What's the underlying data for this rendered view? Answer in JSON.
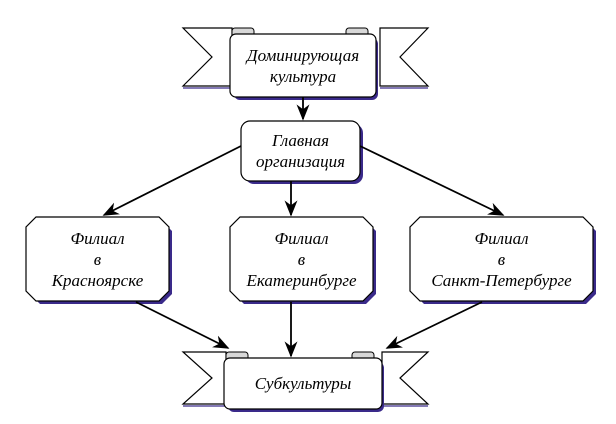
{
  "nodes": {
    "dominant_culture": {
      "lines": [
        "Доминирующая",
        "культура"
      ]
    },
    "main_organization": {
      "lines": [
        "Главная",
        "организация"
      ]
    },
    "branch_krasnoyarsk": {
      "lines": [
        "Филиал",
        "в",
        "Красноярске"
      ]
    },
    "branch_ekaterinburg": {
      "lines": [
        "Филиал",
        "в",
        "Екатеринбурге"
      ]
    },
    "branch_spb": {
      "lines": [
        "Филиал",
        "в",
        "Санкт-Петербурге"
      ]
    },
    "subcultures": {
      "lines": [
        "Субкультуры"
      ]
    }
  },
  "edges": [
    {
      "from": "dominant_culture",
      "to": "main_organization"
    },
    {
      "from": "main_organization",
      "to": "branch_krasnoyarsk"
    },
    {
      "from": "main_organization",
      "to": "branch_ekaterinburg"
    },
    {
      "from": "main_organization",
      "to": "branch_spb"
    },
    {
      "from": "branch_krasnoyarsk",
      "to": "subcultures"
    },
    {
      "from": "branch_ekaterinburg",
      "to": "subcultures"
    },
    {
      "from": "branch_spb",
      "to": "subcultures"
    }
  ],
  "colors": {
    "line": "#000000",
    "fill": "#ffffff",
    "shadow": "#3a2a8a",
    "scroll_roll": "#d8d8d8"
  }
}
